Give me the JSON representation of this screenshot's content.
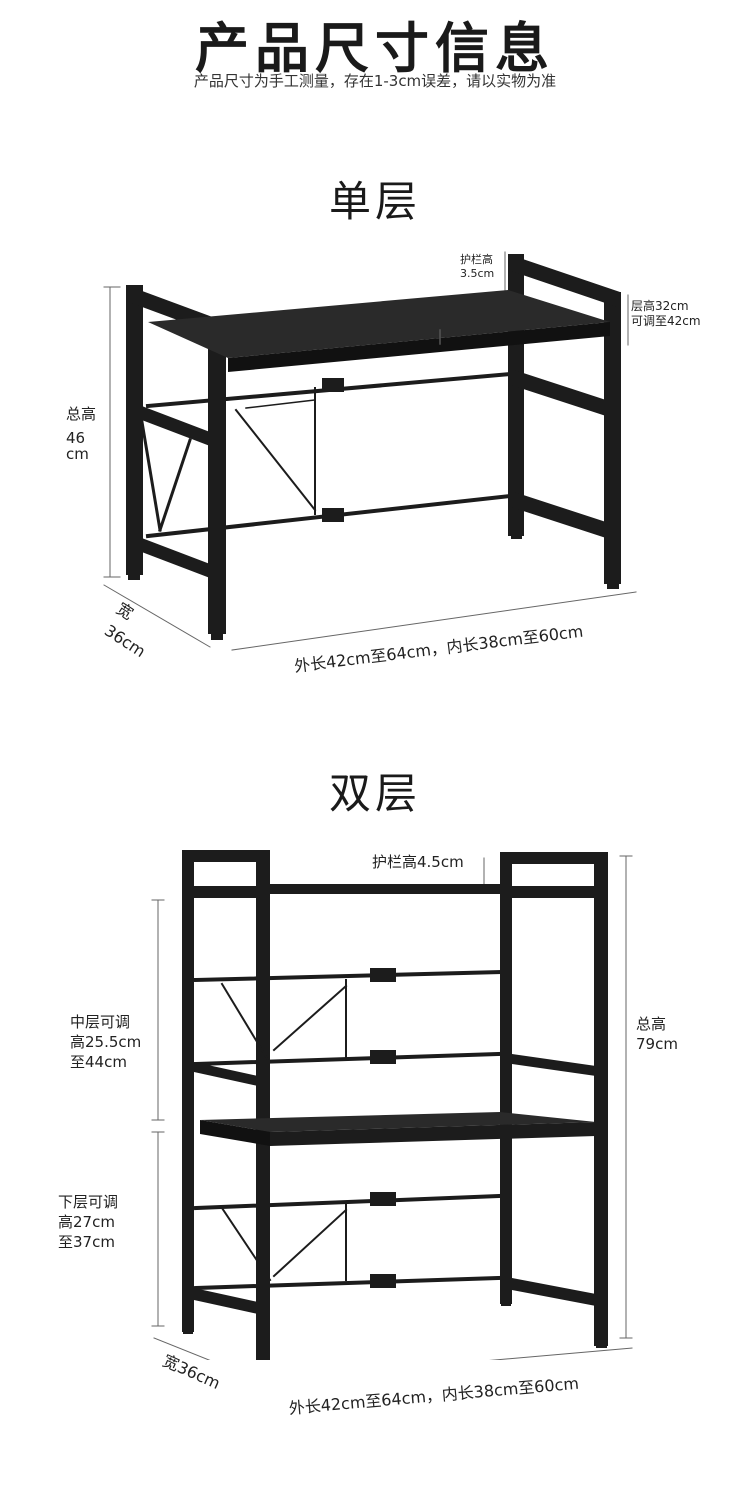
{
  "header": {
    "title": "产品尺寸信息",
    "subtitle": "产品尺寸为手工测量，存在1-3cm误差，请以实物为准"
  },
  "single": {
    "title": "单层",
    "guard_label_1": "护栏高",
    "guard_label_2": "3.5cm",
    "shelf_height_1": "层高32cm",
    "shelf_height_2": "可调至42cm",
    "total_height_1": "总高",
    "total_height_2": "46",
    "total_height_3": "cm",
    "width_1": "宽",
    "width_2": "36cm",
    "length": "外长42cm至64cm，内长38cm至60cm"
  },
  "double": {
    "title": "双层",
    "guard_label": "护栏高4.5cm",
    "middle_1": "中层可调",
    "middle_2": "高25.5cm",
    "middle_3": "至44cm",
    "lower_1": "下层可调",
    "lower_2": "高27cm",
    "lower_3": "至37cm",
    "total_1": "总高",
    "total_2": "79cm",
    "width": "宽36cm",
    "length": "外长42cm至64cm，内长38cm至60cm"
  },
  "colors": {
    "frame": "#1c1c1c",
    "panel": "#2a2a2a",
    "dim_line": "#555555"
  }
}
